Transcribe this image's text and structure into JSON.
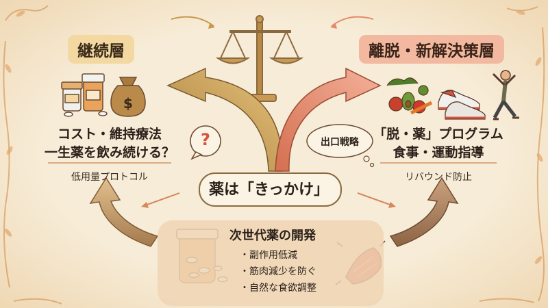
{
  "left": {
    "label": "継続層",
    "heading1": "コスト・維持療法",
    "heading2": "一生薬を飲み続ける？",
    "sub": "低用量プロトコル"
  },
  "right": {
    "label": "離脱・新解決策層",
    "heading1": "「脱・薬」プログラム",
    "heading2": "食事・運動指導",
    "sub": "リバウンド防止"
  },
  "center": {
    "label": "薬は「きっかけ」",
    "question_mark": "?",
    "bubble": "出口戦略"
  },
  "development": {
    "title": "次世代薬の開発",
    "bullets": [
      "・副作用低減",
      "・筋肉減少を防ぐ",
      "・自然な食欲調整"
    ]
  },
  "colors": {
    "left_accent": "#c8994f",
    "right_accent": "#e58a6b",
    "background": "#f7ecd7"
  },
  "icons": [
    "balance-scale-icon",
    "pill-bottles-icon",
    "money-bag-icon",
    "vegetables-icon",
    "sneakers-icon",
    "stretching-person-icon",
    "pill-jar-icon",
    "muscle-icon"
  ]
}
